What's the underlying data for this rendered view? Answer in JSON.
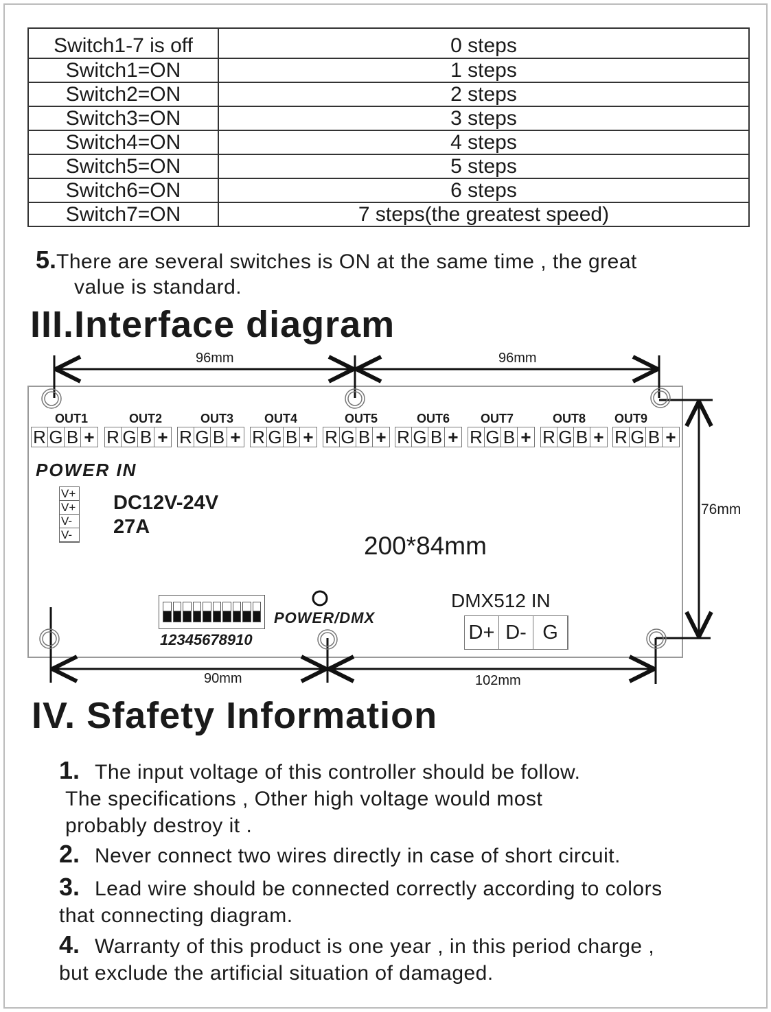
{
  "speed_table": {
    "rows": [
      [
        "Switch1-7 is off",
        "0 steps"
      ],
      [
        "Switch1=ON",
        "1 steps"
      ],
      [
        "Switch2=ON",
        "2 steps"
      ],
      [
        "Switch3=ON",
        "3 steps"
      ],
      [
        "Switch4=ON",
        "4 steps"
      ],
      [
        "Switch5=ON",
        "5 steps"
      ],
      [
        "Switch6=ON",
        "6 steps"
      ],
      [
        "Switch7=ON",
        "7 steps(the greatest speed)"
      ]
    ]
  },
  "note5": {
    "num": "5.",
    "line1": "There are several switches is ON at the same time , the great",
    "line2": "value is standard."
  },
  "section3": {
    "title": "III.Interface diagram"
  },
  "diagram": {
    "dim_top_left": "96mm",
    "dim_top_right": "96mm",
    "dim_right": "76mm",
    "dim_bottom_left": "90mm",
    "dim_bottom_right": "102mm",
    "outputs": [
      "OUT1",
      "OUT2",
      "OUT3",
      "OUT4",
      "OUT5",
      "OUT6",
      "OUT7",
      "OUT8",
      "OUT9"
    ],
    "terminal_pins": [
      "R",
      "G",
      "B",
      "+"
    ],
    "power_in": "POWER IN",
    "power_pins": [
      "V+",
      "V+",
      "V-",
      "V-"
    ],
    "voltage": "DC12V-24V",
    "current": "27A",
    "size": "200*84mm",
    "dip_numbers": "12345678910",
    "dip_count": 10,
    "led_label": "POWER/DMX",
    "dmx_label": "DMX512  IN",
    "dmx_pins": [
      "D+",
      "D-",
      "G"
    ]
  },
  "section4": {
    "title": "IV. Sfafety Information",
    "items": [
      {
        "num": "1.",
        "lines": [
          "The input voltage of this controller should be follow.",
          "The specifications , Other high voltage would most",
          "probably destroy it ."
        ]
      },
      {
        "num": "2.",
        "lines": [
          "Never connect two wires directly in case of short circuit."
        ]
      },
      {
        "num": "3.",
        "lines": [
          "Lead wire should be connected correctly according to colors",
          "that connecting diagram."
        ]
      },
      {
        "num": "4.",
        "lines": [
          "Warranty of this product is one year , in this period charge ,",
          "but exclude the artificial situation of damaged."
        ]
      }
    ]
  }
}
